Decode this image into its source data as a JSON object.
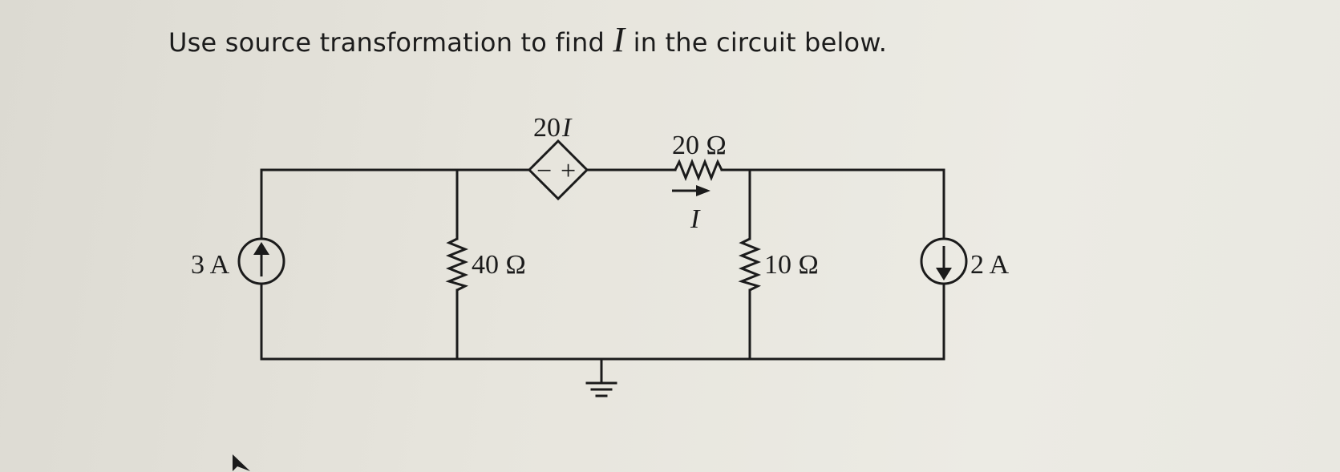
{
  "question": {
    "before": "Use source transformation to find ",
    "variable": "I",
    "after": " in the circuit below."
  },
  "labels": {
    "dep_source_gain": "20",
    "dep_source_var": "I",
    "dep_source_minus": "−",
    "dep_source_plus": "+",
    "r_series": "20 Ω",
    "current_label": "I",
    "r_left": "40 Ω",
    "r_right": "10 Ω",
    "source_left": "3 A",
    "source_right": "2 A"
  },
  "colors": {
    "wire": "#1b1b1b",
    "background": "#e6e4dc"
  }
}
